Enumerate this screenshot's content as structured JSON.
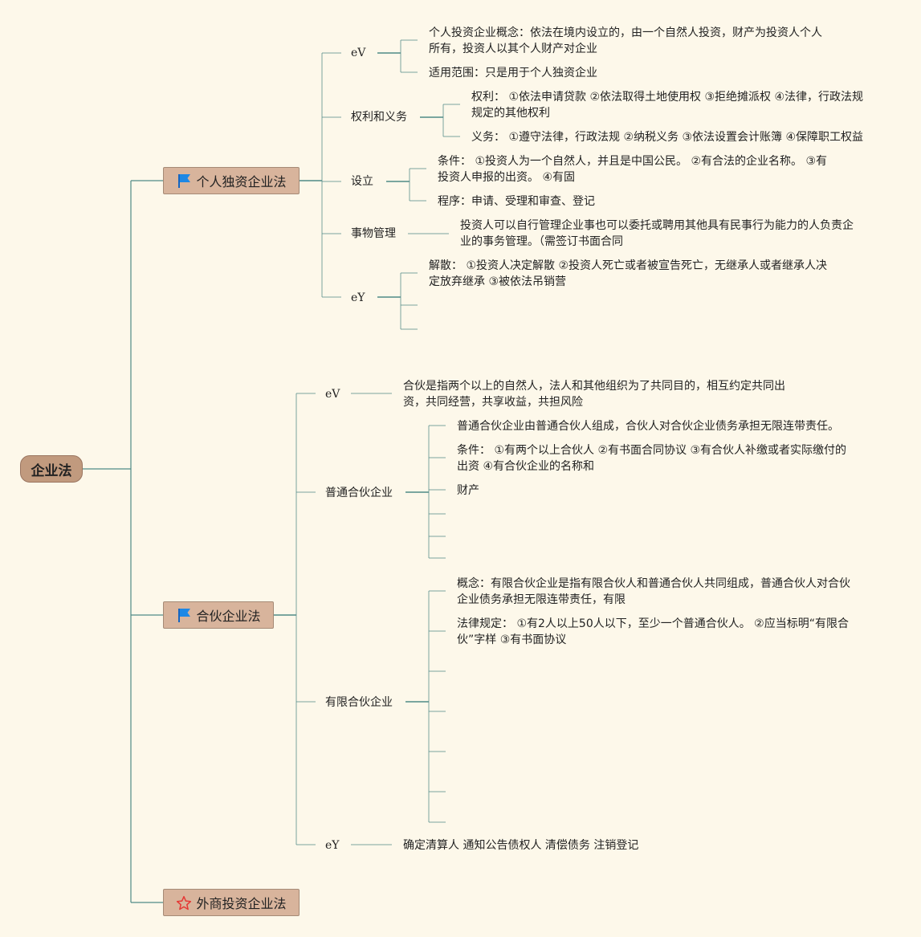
{
  "root": {
    "label": "企业法"
  },
  "colors": {
    "background": "#fdf8ea",
    "line": "#4f8a86",
    "root_fill": "#c19a7e",
    "main_fill": "#d8b49c",
    "flag_blue": "#1e88e5",
    "star_red": "#e53935"
  },
  "branches": [
    {
      "label": "个人独资企业法",
      "icon": "flag-icon",
      "children": [
        {
          "label": "eV",
          "leaves": [
            "个人投资企业概念：依法在境内设立的，由一个自然人投资，财产为投资人个人所有，投资人以其个人财产对企业",
            "适用范围：只是用于个人独资企业"
          ]
        },
        {
          "label": "权利和义务",
          "leaves": [
            "权利： ①依法申请贷款 ②依法取得土地使用权 ③拒绝摊派权 ④法律，行政法规规定的其他权利",
            "义务： ①遵守法律，行政法规 ②纳税义务 ③依法设置会计账簿 ④保障职工权益"
          ]
        },
        {
          "label": "设立",
          "leaves": [
            "条件： ①投资人为一个自然人，并且是中国公民。 ②有合法的企业名称。 ③有投资人申报的出资。 ④有固",
            "程序：申请、受理和审查、登记"
          ]
        },
        {
          "label": "事物管理",
          "leaves": [
            "投资人可以自行管理企业事也可以委托或聘用其他具有民事行为能力的人负责企业的事务管理。（需签订书面合同"
          ]
        },
        {
          "label": "eY",
          "leaves": [
            "解散： ①投资人决定解散 ②投资人死亡或者被宣告死亡，无继承人或者继承人决定放弃继承 ③被依法吊销营",
            "",
            ""
          ]
        }
      ]
    },
    {
      "label": "合伙企业法",
      "icon": "flag-icon",
      "children": [
        {
          "label": "eV",
          "leaves": [
            "合伙是指两个以上的自然人，法人和其他组织为了共同目的，相互约定共同出资，共同经营，共享收益，共担风险"
          ]
        },
        {
          "label": "普通合伙企业",
          "leaves": [
            "普通合伙企业由普通合伙人组成，合伙人对合伙企业债务承担无限连带责任。",
            "条件： ①有两个以上合伙人 ②有书面合同协议 ③有合伙人补缴或者实际缴付的出资 ④有合伙企业的名称和",
            "财产",
            "",
            "",
            ""
          ]
        },
        {
          "label": "有限合伙企业",
          "leaves": [
            "概念：有限合伙企业是指有限合伙人和普通合伙人共同组成，普通合伙人对合伙企业债务承担无限连带责任，有限",
            "法律规定： ①有2人以上50人以下，至少一个普通合伙人。 ②应当标明“有限合伙”字样 ③有书面协议",
            "",
            "",
            "",
            "",
            ""
          ]
        },
        {
          "label": "eY",
          "leaves": [
            "确定清算人 通知公告债权人 清偿债务 注销登记"
          ]
        }
      ]
    },
    {
      "label": "外商投资企业法",
      "icon": "star-icon",
      "children": []
    }
  ]
}
